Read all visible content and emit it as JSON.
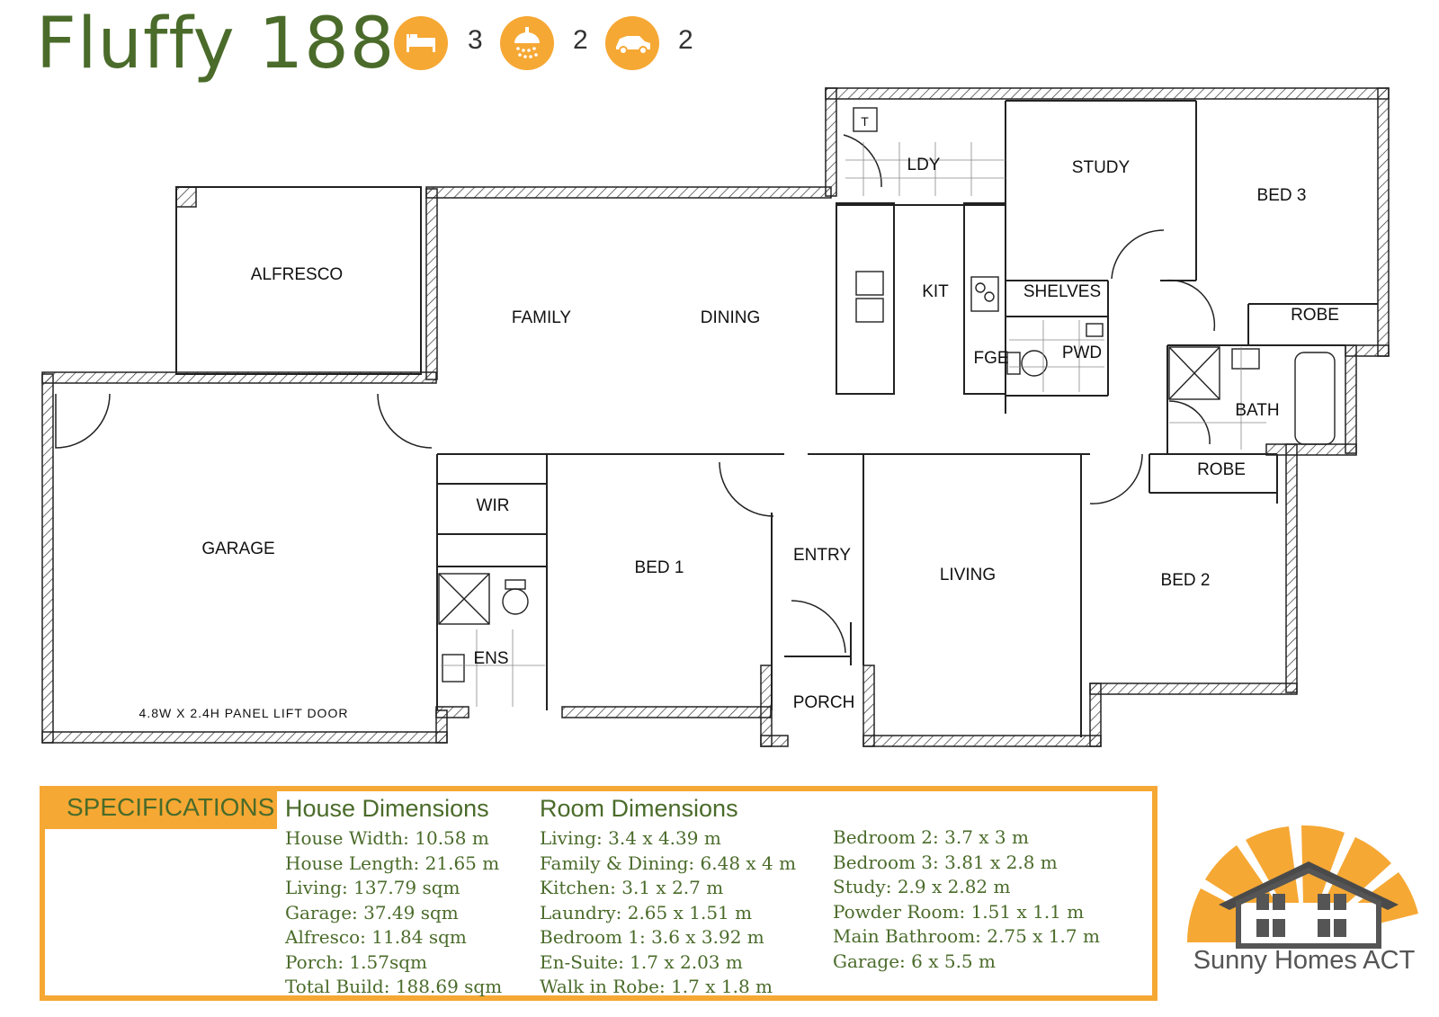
{
  "title": "Fluffy 188",
  "features": [
    {
      "icon": "bed-icon",
      "count": "3"
    },
    {
      "icon": "shower-icon",
      "count": "2"
    },
    {
      "icon": "car-icon",
      "count": "2"
    }
  ],
  "rooms": {
    "alfresco": "ALFRESCO",
    "family": "FAMILY",
    "dining": "DINING",
    "kit": "KIT",
    "ldy": "LDY",
    "study": "STUDY",
    "bed3": "BED 3",
    "shelves": "SHELVES",
    "robe_top": "ROBE",
    "pwd": "PWD",
    "fge": "FGE",
    "bath": "BATH",
    "robe_bottom": "ROBE",
    "garage": "GARAGE",
    "wir": "WIR",
    "bed1": "BED 1",
    "entry": "ENTRY",
    "living": "LIVING",
    "bed2": "BED 2",
    "ens": "ENS",
    "porch": "PORCH",
    "tank": "T",
    "garage_door": "4.8W X 2.4H PANEL LIFT DOOR"
  },
  "specs": {
    "tab": "SPECIFICATIONS",
    "house_heading": "House Dimensions",
    "house": [
      "House Width: 10.58 m",
      "House Length: 21.65 m",
      "Living: 137.79 sqm",
      "Garage: 37.49 sqm",
      "Alfresco: 11.84 sqm",
      "Porch: 1.57sqm",
      "Total Build: 188.69 sqm"
    ],
    "room_heading": "Room Dimensions",
    "rooms_a": [
      "Living: 3.4 x 4.39 m",
      "Family & Dining: 6.48 x 4 m",
      "Kitchen: 3.1 x 2.7 m",
      "Laundry: 2.65 x 1.51 m",
      "Bedroom 1: 3.6 x 3.92 m",
      "En-Suite: 1.7 x 2.03 m",
      "Walk in Robe: 1.7 x 1.8 m"
    ],
    "rooms_b": [
      "Bedroom 2: 3.7 x 3 m",
      "Bedroom 3: 3.81 x 2.8 m",
      "Study: 2.9 x 2.82 m",
      "Powder Room: 1.51 x 1.1 m",
      "Main Bathroom: 2.75 x 1.7 m",
      "Garage: 6 x 5.5 m"
    ]
  },
  "brand": "Sunny Homes ACT",
  "colors": {
    "accent": "#f6a834",
    "title": "#4a6b2a",
    "wall": "#222222"
  }
}
